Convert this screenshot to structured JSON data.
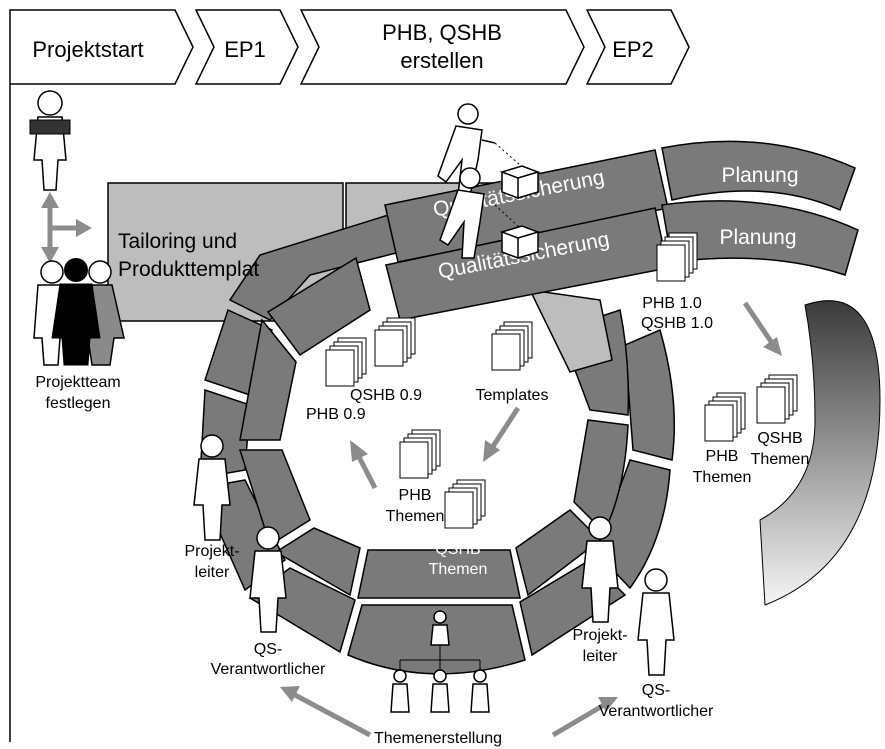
{
  "phases": [
    {
      "id": "projektstart",
      "lines": [
        "Projektstart"
      ]
    },
    {
      "id": "ep1",
      "lines": [
        "EP1"
      ]
    },
    {
      "id": "phb-qshb-erstellen",
      "lines": [
        "PHB, QSHB",
        "erstellen"
      ]
    },
    {
      "id": "ep2",
      "lines": [
        "EP2"
      ]
    }
  ],
  "labels": {
    "tailoring_line1": "Tailoring und",
    "tailoring_line2": "Produkttemplat",
    "qs_outer": "Qualitätssicherung",
    "qs_inner": "Qualitätssicherung",
    "planung_outer": "Planung",
    "planung_inner": "Planung",
    "projektteam_line1": "Projektteam",
    "projektteam_line2": "festlegen",
    "qshb_09": "QSHB 0.9",
    "phb_09": "PHB 0.9",
    "templates": "Templates",
    "phb_themen_inner_1": "PHB",
    "phb_themen_inner_2": "Themen",
    "qshb_themen_inner_1": "QSHB",
    "qshb_themen_inner_2": "Themen",
    "phb_10": "PHB 1.0",
    "qshb_10": "QSHB 1.0",
    "phb_themen_right_1": "PHB",
    "phb_themen_right_2": "Themen",
    "qshb_themen_right_1": "QSHB",
    "qshb_themen_right_2": "Themen",
    "projektleiter_left_1": "Projekt-",
    "projektleiter_left_2": "leiter",
    "qs_left_1": "QS-",
    "qs_left_2": "Verantwortlicher",
    "projektleiter_right_1": "Projekt-",
    "projektleiter_right_2": "leiter",
    "qs_right_1": "QS-",
    "qs_right_2": "Verantwortlicher",
    "themenerstellung": "Themenerstellung"
  },
  "colors": {
    "segment_dark": "#7a7a7a",
    "segment_light": "#bdbdbd",
    "arrow_gray": "#8c8c8c"
  }
}
